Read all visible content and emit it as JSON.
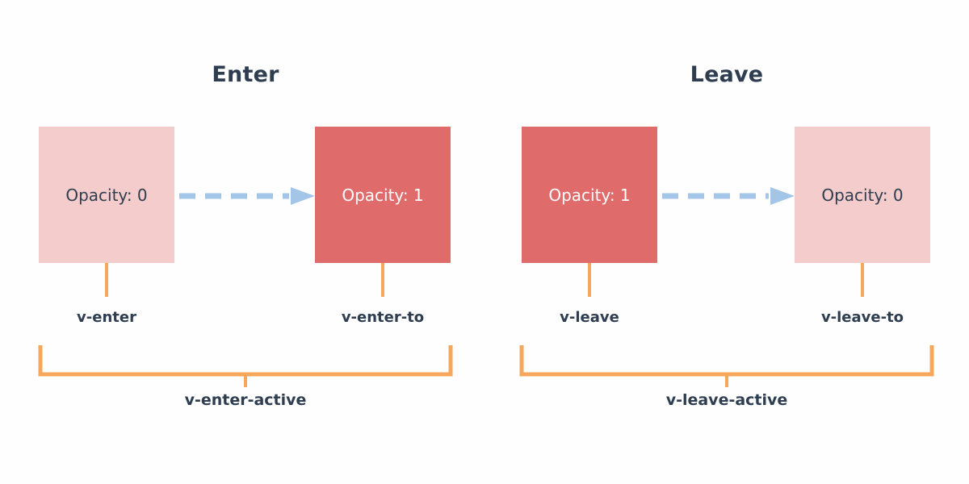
{
  "diagram": {
    "title_enter": "Enter",
    "title_leave": "Leave",
    "colors": {
      "background": "#fefefe",
      "box_faded": "#f5cccc",
      "box_solid": "#e06b6b",
      "arrow": "#a3c6e8",
      "bracket": "#f5a85c",
      "text_dark": "#2e3e50",
      "text_light": "#ffffff"
    },
    "groups": [
      {
        "name": "enter",
        "title": "Enter",
        "from_box": {
          "value": "Opacity: 0",
          "class_label": "v-enter",
          "style": "faded"
        },
        "to_box": {
          "value": "Opacity: 1",
          "class_label": "v-enter-to",
          "style": "solid"
        },
        "arrow": "dashed-arrow-right-icon",
        "active_label": "v-enter-active"
      },
      {
        "name": "leave",
        "title": "Leave",
        "from_box": {
          "value": "Opacity: 1",
          "class_label": "v-leave",
          "style": "solid"
        },
        "to_box": {
          "value": "Opacity: 0",
          "class_label": "v-leave-to",
          "style": "faded"
        },
        "arrow": "dashed-arrow-right-icon",
        "active_label": "v-leave-active"
      }
    ]
  }
}
